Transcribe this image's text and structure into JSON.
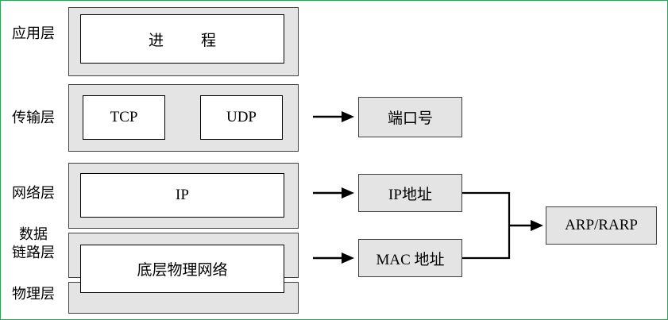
{
  "diagram_title": "TCP/IP layered protocol mapping diagram",
  "side_labels": {
    "application": "应用层",
    "transport": "传输层",
    "network": "网络层",
    "datalink_line1": "数据",
    "datalink_line2": "链路层",
    "physical": "物理层"
  },
  "boxes": {
    "process": "进　程",
    "tcp": "TCP",
    "udp": "UDP",
    "ip": "IP",
    "physical_network": "底层物理网络",
    "port_number": "端口号",
    "ip_address": "IP地址",
    "mac_address": "MAC 地址",
    "arp_rarp": "ARP/RARP"
  },
  "colors": {
    "layer_fill": "#e4e4e4",
    "box_fill": "#ffffff",
    "border": "#000000",
    "outer_border": "#3c9a5f",
    "arrow": "#000000"
  }
}
